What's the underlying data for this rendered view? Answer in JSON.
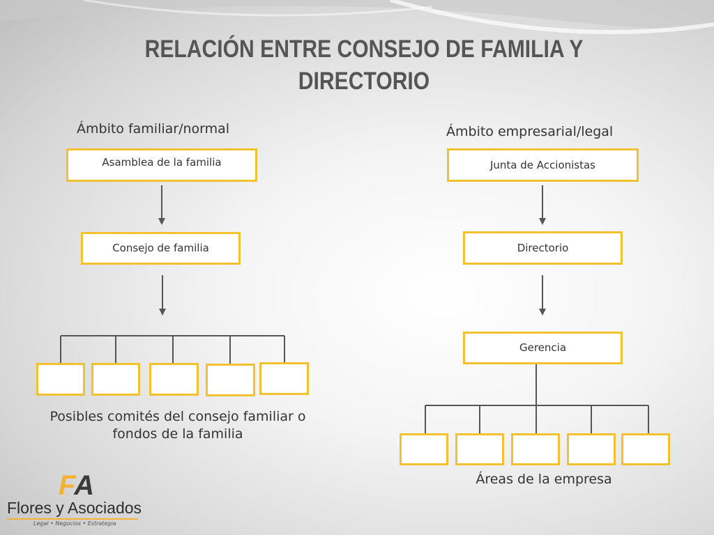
{
  "title": "RELACIÓN ENTRE CONSEJO DE FAMILIA Y DIRECTORIO",
  "left": {
    "heading": "Ámbito familiar/normal",
    "box1": "Asamblea de la familia",
    "box2": "Consejo de familia",
    "caption": "Posibles comités del consejo familiar o fondos de la familia"
  },
  "right": {
    "heading": "Ámbito empresarial/legal",
    "box1": "Junta de Accionistas",
    "box2": "Directorio",
    "box3": "Gerencia",
    "caption": "Áreas de la empresa"
  },
  "logo": {
    "mark_f": "F",
    "mark_a": "A",
    "name": "Flores y Asociados",
    "tagline": "Legal  •  Negocios  •  Estrategia"
  },
  "colors": {
    "box_border": "#f2c12e",
    "connector": "#555555",
    "title": "#555555"
  }
}
